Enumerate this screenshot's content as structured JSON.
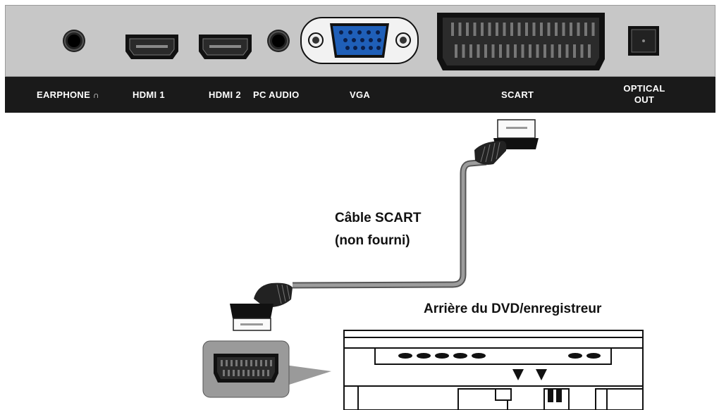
{
  "panel": {
    "ports": [
      {
        "id": "earphone",
        "label": "EARPHONE",
        "icon": "headphone-icon"
      },
      {
        "id": "hdmi1",
        "label": "HDMI 1"
      },
      {
        "id": "hdmi2",
        "label": "HDMI 2"
      },
      {
        "id": "pc-audio",
        "label": "PC AUDIO"
      },
      {
        "id": "vga",
        "label": "VGA"
      },
      {
        "id": "scart",
        "label": "SCART"
      },
      {
        "id": "optical",
        "label_line1": "OPTICAL",
        "label_line2": "OUT"
      }
    ]
  },
  "cable": {
    "label_line1": "Câble SCART",
    "label_line2": "(non fourni)"
  },
  "device": {
    "label": "Arrière du DVD/enregistreur"
  },
  "colors": {
    "panel": "#c7c7c7",
    "label_bar": "#1a1a1a",
    "vga_blue": "#1f5fb8",
    "cable": "#8a8a8a",
    "callout": "#9a9a9a"
  }
}
